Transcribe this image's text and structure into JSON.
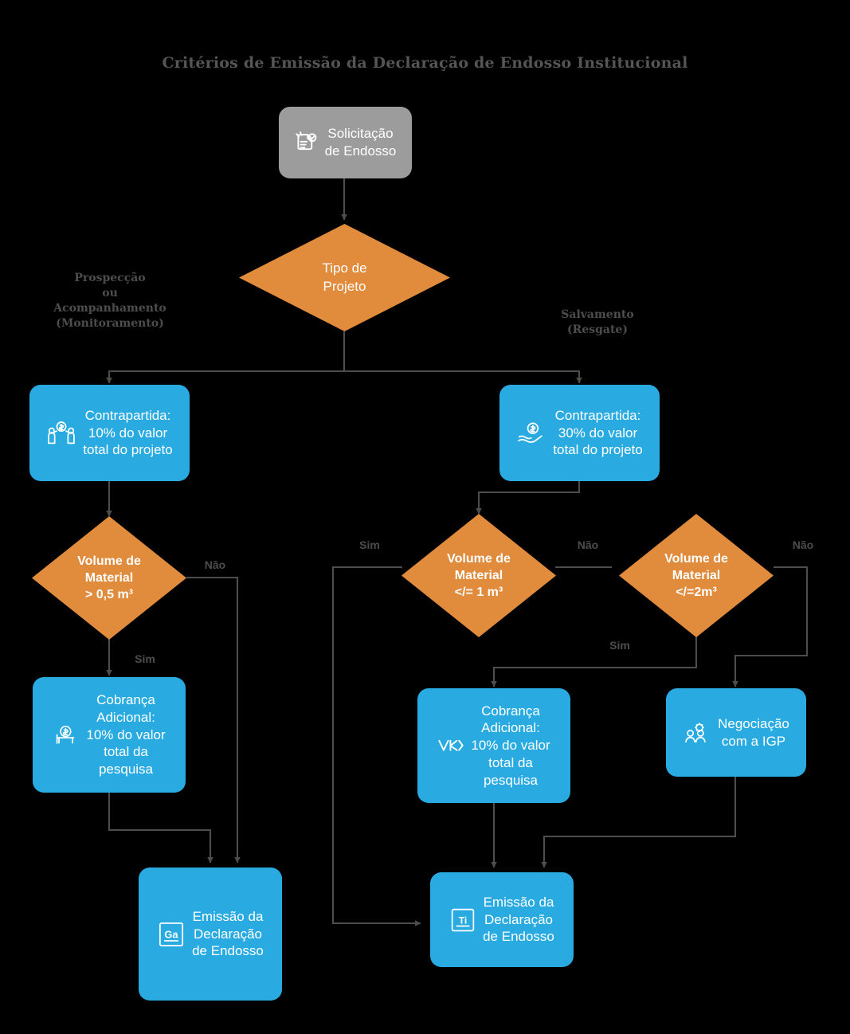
{
  "title": "Critérios de Emissão da Declaração de Endosso Institucional",
  "colors": {
    "background": "#000000",
    "start_node": "#9c9c9c",
    "process_node": "#29abe2",
    "decision_node": "#e18b3d",
    "connector": "#4d4d4d",
    "node_text": "#ffffff",
    "label_text": "#4d4d4d",
    "title_text": "#555557"
  },
  "chart_data": {
    "type": "diagram",
    "subtype": "flowchart",
    "title": "Critérios de Emissão da Declaração de Endosso Institucional",
    "nodes": [
      {
        "id": "start",
        "shape": "rounded-rect",
        "kind": "start",
        "color": "#9c9c9c",
        "icon": "document-check-icon",
        "label": "Solicitação\nde Endosso"
      },
      {
        "id": "tipo",
        "shape": "diamond",
        "kind": "decision",
        "color": "#e18b3d",
        "icon": null,
        "label": "Tipo de\nProjeto"
      },
      {
        "id": "contra10",
        "shape": "rounded-rect",
        "kind": "process",
        "color": "#29abe2",
        "icon": "people-money-icon",
        "label": "Contrapartida:\n10% do valor\ntotal do projeto"
      },
      {
        "id": "contra30",
        "shape": "rounded-rect",
        "kind": "process",
        "color": "#29abe2",
        "icon": "hand-coin-icon",
        "label": "Contrapartida:\n30% do valor\ntotal do projeto"
      },
      {
        "id": "vol05",
        "shape": "diamond",
        "kind": "decision",
        "color": "#e18b3d",
        "icon": null,
        "label": "Volume de\nMaterial\n> 0,5 m³"
      },
      {
        "id": "vol1",
        "shape": "diamond",
        "kind": "decision",
        "color": "#e18b3d",
        "icon": null,
        "label": "Volume de\nMaterial\n</= 1 m³"
      },
      {
        "id": "vol2",
        "shape": "diamond",
        "kind": "decision",
        "color": "#e18b3d",
        "icon": null,
        "label": "Volume de\nMaterial\n</=2m³"
      },
      {
        "id": "cobra_l",
        "shape": "rounded-rect",
        "kind": "process",
        "color": "#29abe2",
        "icon": "coin-slot-icon",
        "label": "Cobrança\nAdicional:\n10% do valor\ntotal da\npesquisa"
      },
      {
        "id": "cobra_m",
        "shape": "rounded-rect",
        "kind": "process",
        "color": "#29abe2",
        "icon": "vk-monogram-icon",
        "label": "Cobrança\nAdicional:\n10% do valor\ntotal da\npesquisa"
      },
      {
        "id": "negocia",
        "shape": "rounded-rect",
        "kind": "process",
        "color": "#29abe2",
        "icon": "two-people-gear-icon",
        "label": "Negociação\ncom a IGP"
      },
      {
        "id": "emissao_l",
        "shape": "rounded-rect",
        "kind": "end",
        "color": "#29abe2",
        "icon": "ga-badge-icon",
        "label": "Emissão da\nDeclaração\nde Endosso"
      },
      {
        "id": "emissao_r",
        "shape": "rounded-rect",
        "kind": "end",
        "color": "#29abe2",
        "icon": "ti-badge-icon",
        "label": "Emissão da\nDeclaração\nde Endosso"
      }
    ],
    "edges": [
      {
        "from": "start",
        "to": "tipo",
        "label": ""
      },
      {
        "from": "tipo",
        "to": "contra10",
        "label": "Prospecção\nou\nAcompanhamento\n(Monitoramento)"
      },
      {
        "from": "tipo",
        "to": "contra30",
        "label": "Salvamento\n(Resgate)"
      },
      {
        "from": "contra10",
        "to": "vol05",
        "label": ""
      },
      {
        "from": "contra30",
        "to": "vol1",
        "label": ""
      },
      {
        "from": "vol05",
        "to": "cobra_l",
        "label": "Sim"
      },
      {
        "from": "vol05",
        "to": "emissao_l",
        "label": "Não"
      },
      {
        "from": "cobra_l",
        "to": "emissao_l",
        "label": ""
      },
      {
        "from": "vol1",
        "to": "emissao_r",
        "label": "Sim"
      },
      {
        "from": "vol1",
        "to": "vol2",
        "label": "Não"
      },
      {
        "from": "vol2",
        "to": "cobra_m",
        "label": "Sim"
      },
      {
        "from": "vol2",
        "to": "negocia",
        "label": "Não"
      },
      {
        "from": "cobra_m",
        "to": "emissao_r",
        "label": ""
      },
      {
        "from": "negocia",
        "to": "emissao_r",
        "label": ""
      }
    ],
    "edge_labels": [
      "Prospecção\nou\nAcompanhamento\n(Monitoramento)",
      "Salvamento\n(Resgate)",
      "Não",
      "Sim",
      "Sim",
      "Não",
      "Não",
      "Sim"
    ]
  },
  "nodes": {
    "start": {
      "label": "Solicitação\nde Endosso",
      "icon": "document-check-icon"
    },
    "tipo": {
      "label": "Tipo de\nProjeto"
    },
    "contra10": {
      "label": "Contrapartida:\n10% do valor\ntotal do projeto",
      "icon": "people-money-icon"
    },
    "contra30": {
      "label": "Contrapartida:\n30% do valor\ntotal do projeto",
      "icon": "hand-coin-icon"
    },
    "vol05": {
      "label": "Volume de\nMaterial\n> 0,5 m³"
    },
    "vol1": {
      "label": "Volume de\nMaterial\n</= 1 m³"
    },
    "vol2": {
      "label": "Volume de\nMaterial\n</=2m³"
    },
    "cobra_l": {
      "label": "Cobrança\nAdicional:\n10% do valor\ntotal da\npesquisa",
      "icon": "coin-slot-icon"
    },
    "cobra_m": {
      "label": "Cobrança\nAdicional:\n10% do valor\ntotal da\npesquisa",
      "icon": "vk-monogram-icon"
    },
    "negocia": {
      "label": "Negociação\ncom a IGP",
      "icon": "two-people-gear-icon"
    },
    "emissao_l": {
      "label": "Emissão da\nDeclaração\nde Endosso",
      "icon": "ga-badge-icon",
      "icon_text": "Ga"
    },
    "emissao_r": {
      "label": "Emissão da\nDeclaração\nde Endosso",
      "icon": "ti-badge-icon",
      "icon_text": "Ti"
    }
  },
  "labels": {
    "branch_left": "Prospecção\nou\nAcompanhamento\n(Monitoramento)",
    "branch_right": "Salvamento\n(Resgate)",
    "nao_left": "Não",
    "sim_left": "Sim",
    "sim_mid": "Sim",
    "nao_mid": "Não",
    "sim_vol2": "Sim",
    "nao_vol2": "Não"
  }
}
